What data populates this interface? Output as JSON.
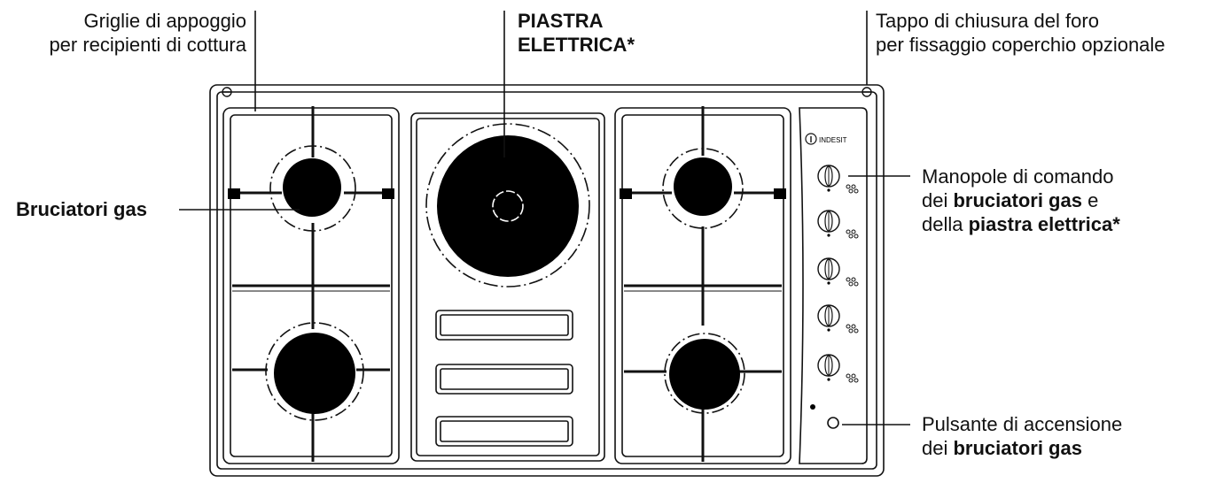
{
  "labels": {
    "griglie": {
      "line1": "Griglie di appoggio",
      "line2": "per recipienti di cottura"
    },
    "piastra": {
      "line1": "PIASTRA",
      "line2": "ELETTRICA*"
    },
    "tappo": {
      "line1": "Tappo di chiusura del foro",
      "line2": "per fissaggio coperchio opzionale"
    },
    "bruciatori": {
      "text": "Bruciatori gas"
    },
    "manopole": {
      "line1": "Manopole di comando",
      "line2_pre": "dei ",
      "line2_bold": "bruciatori gas",
      "line2_post": " e",
      "line3_pre": "della ",
      "line3_bold": "piastra elettrica*"
    },
    "pulsante": {
      "line1": "Pulsante di accensione",
      "line2_pre": "dei ",
      "line2_bold": "bruciatori gas"
    }
  },
  "panel": {
    "brand": "INDESIT",
    "knob_count": 5
  },
  "icons": [
    "indesit-logo-icon",
    "ignition-button-icon",
    "knob-icon",
    "flame-symbol-icon",
    "screw-cap-icon"
  ],
  "colors": {
    "ink": "#111111",
    "fill": "#000000",
    "background": "#ffffff"
  }
}
